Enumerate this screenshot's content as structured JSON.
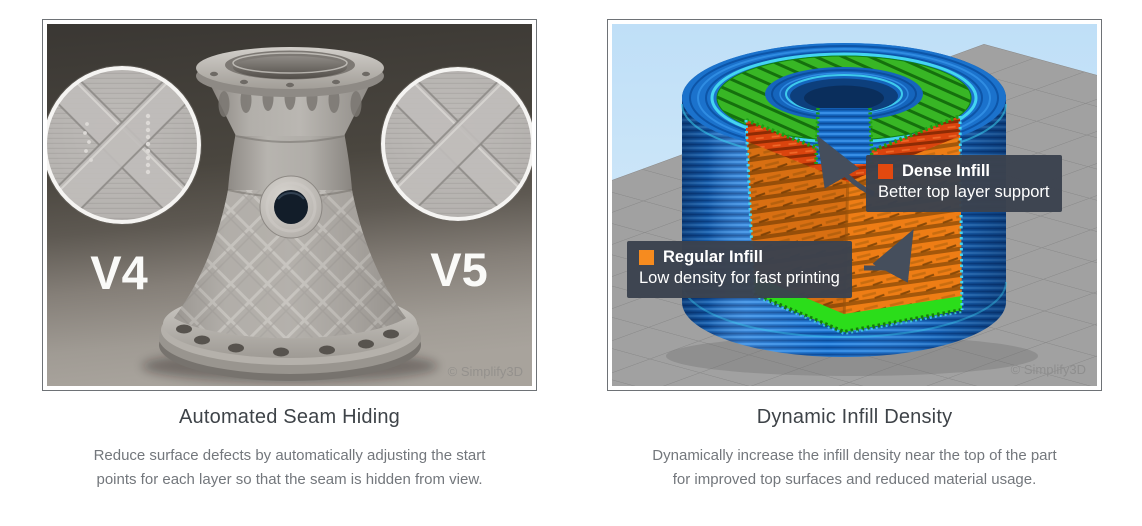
{
  "page": {
    "background_color": "#ffffff"
  },
  "features": [
    {
      "title": "Automated Seam Hiding",
      "description_lines": [
        "Reduce surface defects by automatically adjusting the start",
        "points for each layer so that the seam is hidden from view."
      ],
      "image": {
        "kind": "photo",
        "version_labels": [
          "V4",
          "V5"
        ],
        "watermark": "© Simplify3D"
      }
    },
    {
      "title": "Dynamic Infill Density",
      "description_lines": [
        "Dynamically increase the infill density near the top of the part",
        "for improved top surfaces and reduced material usage."
      ],
      "image": {
        "kind": "3d-render",
        "callouts": [
          {
            "label": "Dense Infill",
            "sublabel": "Better top layer support",
            "swatch_color": "#e2490f"
          },
          {
            "label": "Regular Infill",
            "sublabel": "Low density for fast printing",
            "swatch_color": "#f68b1f"
          }
        ],
        "watermark": "© Simplify3D"
      }
    }
  ],
  "colors": {
    "title_text": "#3e4348",
    "description_text": "#73777c",
    "callout_background": "#3b424e",
    "dense_infill": "#da440e",
    "regular_infill": "#ee7d15",
    "shell_blue": "#1b6fc9",
    "top_solid_green": "#38b625",
    "sky": "#c4e3f8",
    "floor": "#a1a1a1"
  }
}
